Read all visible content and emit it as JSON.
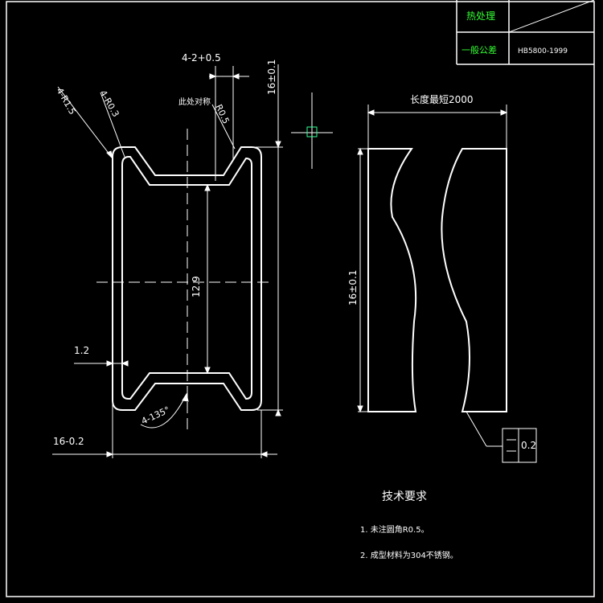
{
  "title_block": {
    "heat_treatment": "热处理",
    "general_tolerance": "一般公差",
    "standard": "HB5800-1999"
  },
  "front_view": {
    "dim_slot_width": "4-2+0.5",
    "dim_r1_5": "4-R1.5",
    "dim_r0_3_left": "4-R0.3",
    "dim_symmetric": "此处对称",
    "dim_r0_5": "R0.5",
    "dim_height": "16±0.1",
    "dim_inner_height": "12.9",
    "dim_wall": "1.2",
    "dim_angle": "4-135°",
    "dim_width": "16-0.2"
  },
  "side_view": {
    "dim_length": "长度最短2000",
    "dim_height": "16±0.1",
    "tolerance_value": "0.2"
  },
  "notes": {
    "heading": "技术要求",
    "items": [
      "1. 未注圆角R0.5。",
      "2. 成型材料为304不锈钢。"
    ]
  }
}
